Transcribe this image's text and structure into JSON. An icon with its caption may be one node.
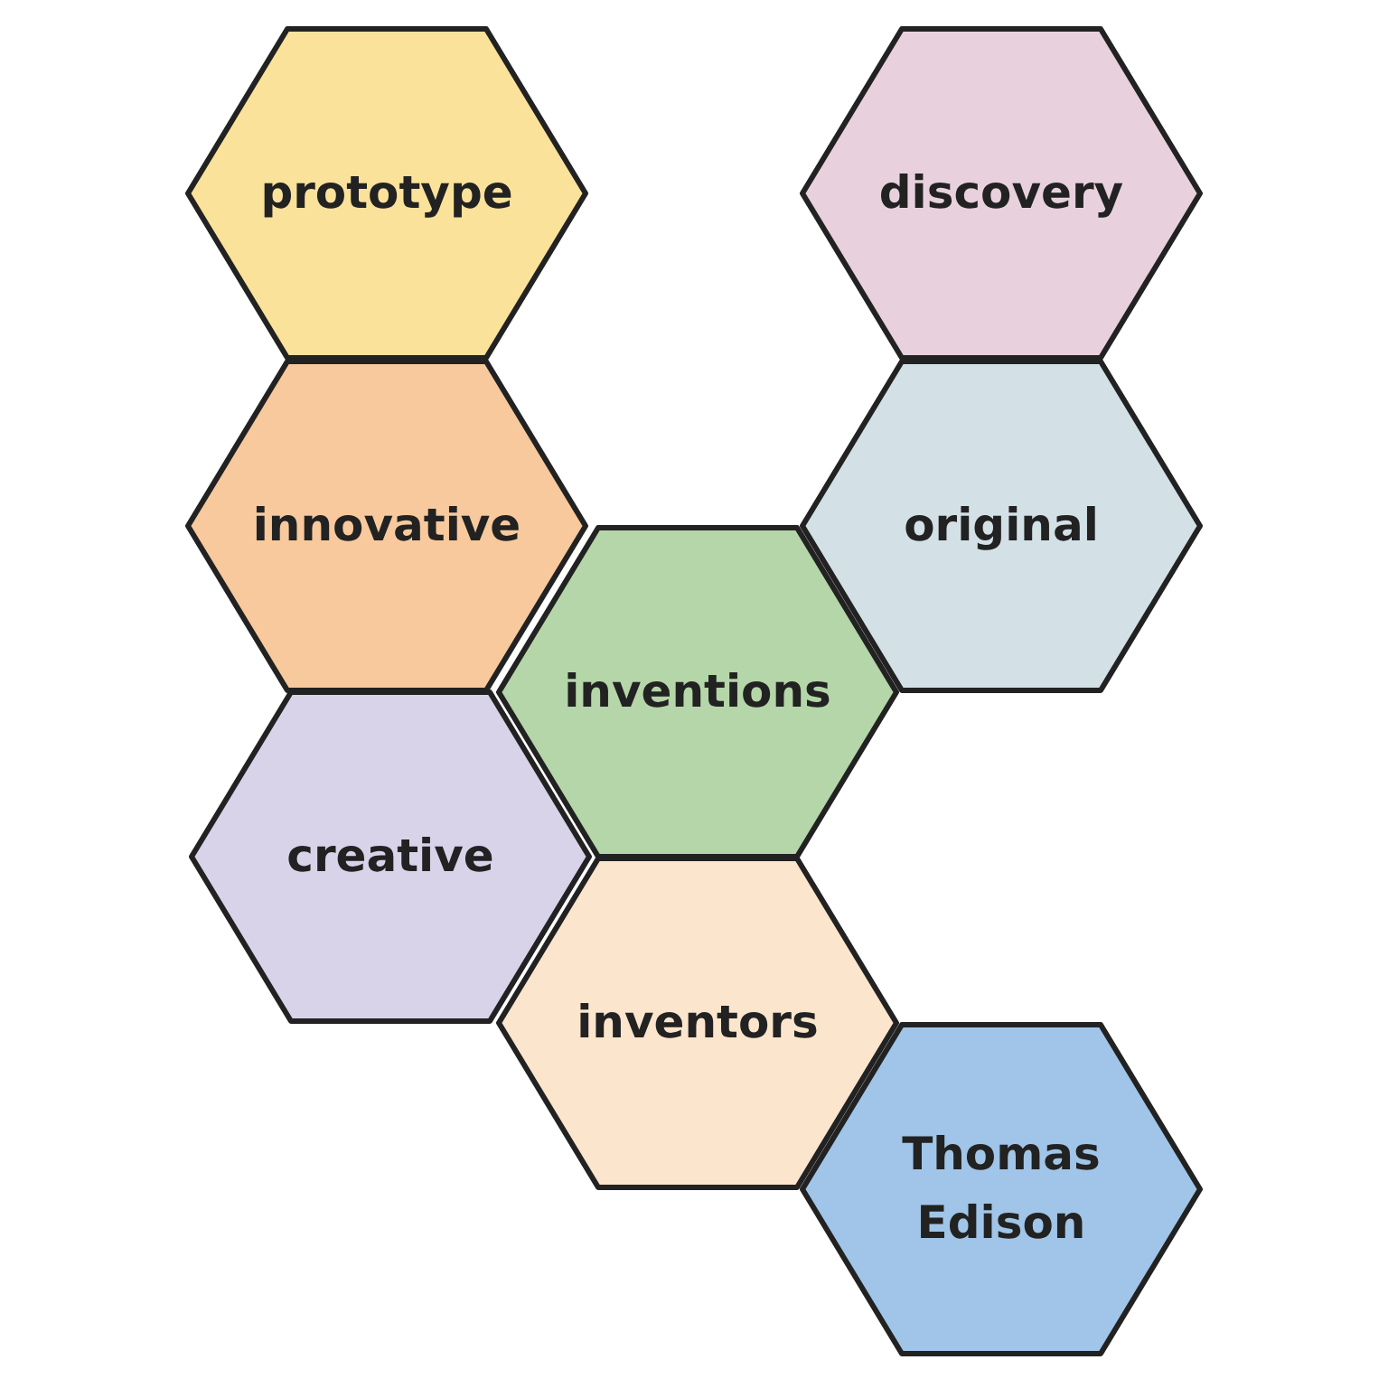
{
  "diagram": {
    "nodes": [
      {
        "text": [
          "prototype"
        ]
      },
      {
        "text": [
          "discovery"
        ]
      },
      {
        "text": [
          "innovative"
        ]
      },
      {
        "text": [
          "original"
        ]
      },
      {
        "text": [
          "inventions"
        ]
      },
      {
        "text": [
          "creative"
        ]
      },
      {
        "text": [
          "inventors"
        ]
      },
      {
        "text": [
          "Thomas Edison"
        ]
      }
    ],
    "edges": []
  }
}
